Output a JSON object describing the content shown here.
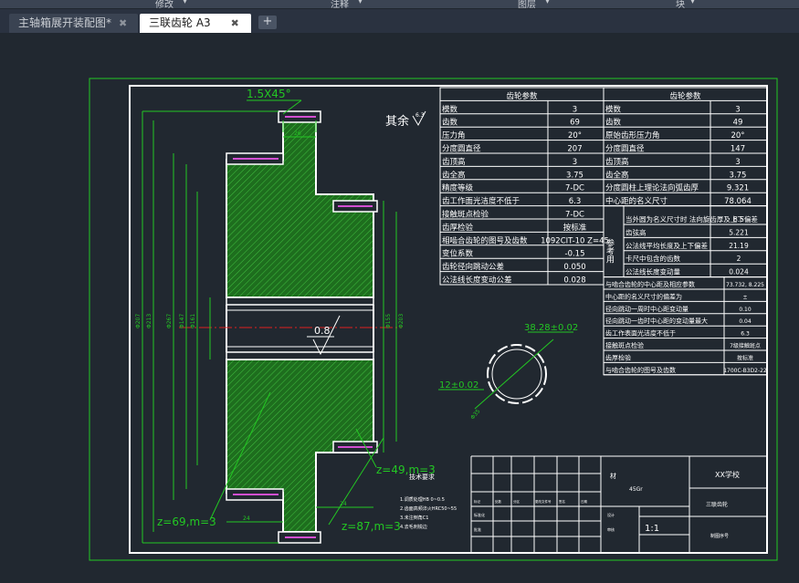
{
  "menubar": {
    "items": [
      "修改",
      "注释",
      "图层",
      "块"
    ]
  },
  "tabs": [
    {
      "label": "主轴箱展开装配图*",
      "close": "✖",
      "active": false
    },
    {
      "label": "三联齿轮 A3",
      "close": "✖",
      "active": true
    }
  ],
  "add_tab_icon": "plus-icon",
  "drawing": {
    "chamfer_note": "1.5X45°",
    "roughness_note": "其余",
    "roughness_value": "6.3",
    "bore_roughness": "0.8",
    "gear_labels": {
      "left": "z=69,m=3",
      "middle": "z=87,m=3",
      "right": "z=49,m=3"
    },
    "spline": {
      "outer": "38.28±0.02",
      "width": "12±0.02",
      "inner_dim": "Φ35"
    },
    "dimensions": {
      "top_width": "26",
      "face_a": "24",
      "face_b": "24",
      "d1": "Φ207",
      "d2": "Φ213",
      "d3": "Φ267",
      "d4": "Φ147",
      "d5": "Φ161",
      "d6": "Φ155",
      "d7": "Φ203"
    },
    "tech_req": {
      "title": "技术要求",
      "lines": [
        "1.调质处理HB 0~0.5",
        "2.齿面高频淬火HRC50~55",
        "3.未注倒角C1",
        "4.去毛刺锐边"
      ]
    },
    "param_table_1": {
      "title": "齿轮参数",
      "rows": [
        [
          "模数",
          "3"
        ],
        [
          "齿数",
          "69"
        ],
        [
          "压力角",
          "20°"
        ],
        [
          "分度圆直径",
          "207"
        ],
        [
          "齿顶高",
          "3"
        ],
        [
          "齿全高",
          "3.75"
        ],
        [
          "精度等级",
          "7-DC"
        ],
        [
          "齿工作面光洁度不低于",
          "6.3"
        ],
        [
          "接触斑点检验",
          "7-DC"
        ],
        [
          "齿厚检验",
          "按标准"
        ],
        [
          "相啮合齿轮的图号及齿数",
          "1092CIT-10 Z=45"
        ],
        [
          "变位系数",
          "-0.15"
        ],
        [
          "齿轮径向跳动公差",
          "0.050"
        ],
        [
          "公法线长度变动公差",
          "0.028"
        ]
      ]
    },
    "param_table_2": {
      "title": "齿轮参数",
      "rows": [
        [
          "模数",
          "3"
        ],
        [
          "齿数",
          "49"
        ],
        [
          "原始齿形压力角",
          "20°"
        ],
        [
          "分度圆直径",
          "147"
        ],
        [
          "齿顶高",
          "3"
        ],
        [
          "齿全高",
          "3.75"
        ],
        [
          "分度圆柱上理论法向弧齿厚",
          "9.321"
        ],
        [
          "中心距的名义尺寸",
          "78.064"
        ]
      ],
      "group_label": "参考用",
      "group_rows": [
        [
          "当外圆为名义尺寸时 法向旋齿厚及上下偏差",
          "8.5"
        ],
        [
          "齿弦高",
          "5.221"
        ],
        [
          "公法线平均长度及上下偏差",
          "21.19"
        ],
        [
          "卡尺中包含的齿数",
          "2"
        ],
        [
          "公法线长度变动量",
          "0.024"
        ]
      ],
      "extra_rows": [
        [
          "与啮合齿轮的中心距及相应参数",
          "73.732, 8.225"
        ],
        [
          "中心距的名义尺寸的偏差为",
          "±"
        ],
        [
          "径向跳动一周时中心距变动量",
          "0.10"
        ],
        [
          "径向跳动一齿时中心距的变动量最大",
          "0.04"
        ],
        [
          "齿工作表面光洁度不低于",
          "6.3"
        ],
        [
          "接触斑点检验",
          "7级接触斑点"
        ],
        [
          "齿厚检验",
          "按标准"
        ],
        [
          "与啮合齿轮的图号及齿数",
          "1700C-B3D2-22"
        ]
      ]
    },
    "title_block": {
      "material_label": "材",
      "material": "45Gr",
      "company": "XX学校",
      "part_name": "三联齿轮",
      "scale": "1:1",
      "drawing_no": "制图序号",
      "designer": "设计",
      "checker": "审核",
      "std": "标准化",
      "approve": "批准",
      "small_labels": [
        "标记",
        "处数",
        "分区",
        "更改文件号",
        "签名",
        "日期"
      ]
    }
  }
}
